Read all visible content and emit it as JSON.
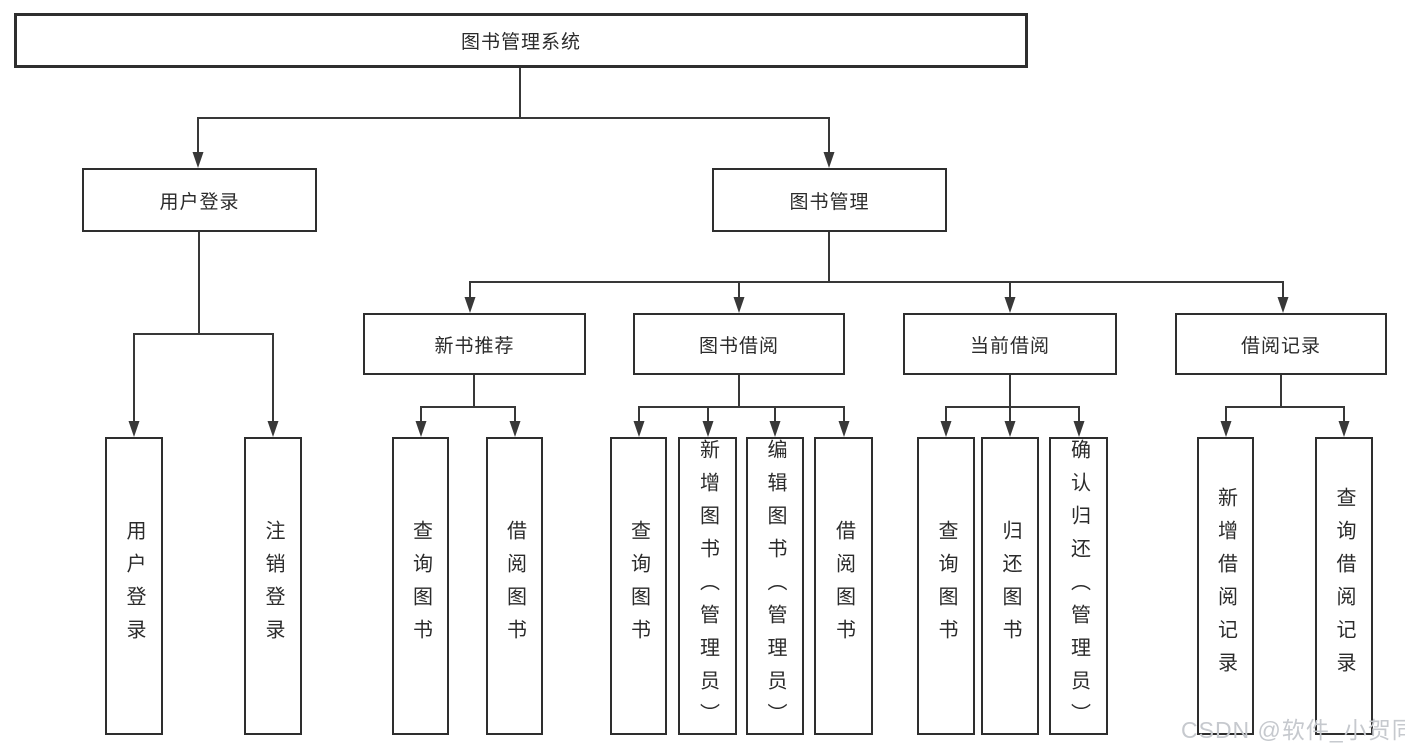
{
  "diagram": {
    "title": "图书管理系统",
    "root": {
      "label": "图书管理系统"
    },
    "branches": [
      {
        "label": "用户登录",
        "children": [
          {
            "label": "用户登录"
          },
          {
            "label": "注销登录"
          }
        ]
      },
      {
        "label": "图书管理",
        "modules": [
          {
            "label": "新书推荐",
            "children": [
              {
                "label": "查询图书"
              },
              {
                "label": "借阅图书"
              }
            ]
          },
          {
            "label": "图书借阅",
            "children": [
              {
                "label": "查询图书"
              },
              {
                "label": "新增图书（管理员）"
              },
              {
                "label": "编辑图书（管理员）"
              },
              {
                "label": "借阅图书"
              }
            ]
          },
          {
            "label": "当前借阅",
            "children": [
              {
                "label": "查询图书"
              },
              {
                "label": "归还图书"
              },
              {
                "label": "确认归还（管理员）"
              }
            ]
          },
          {
            "label": "借阅记录",
            "children": [
              {
                "label": "新增借阅记录"
              },
              {
                "label": "查询借阅记录"
              }
            ]
          }
        ]
      }
    ]
  },
  "watermark": "CSDN @软件_小贺同学",
  "colors": {
    "line": "#383838",
    "box_border": "#2e2e2e",
    "text": "#2b2b2b",
    "watermark": "#c6c9ce",
    "background": "#ffffff"
  }
}
